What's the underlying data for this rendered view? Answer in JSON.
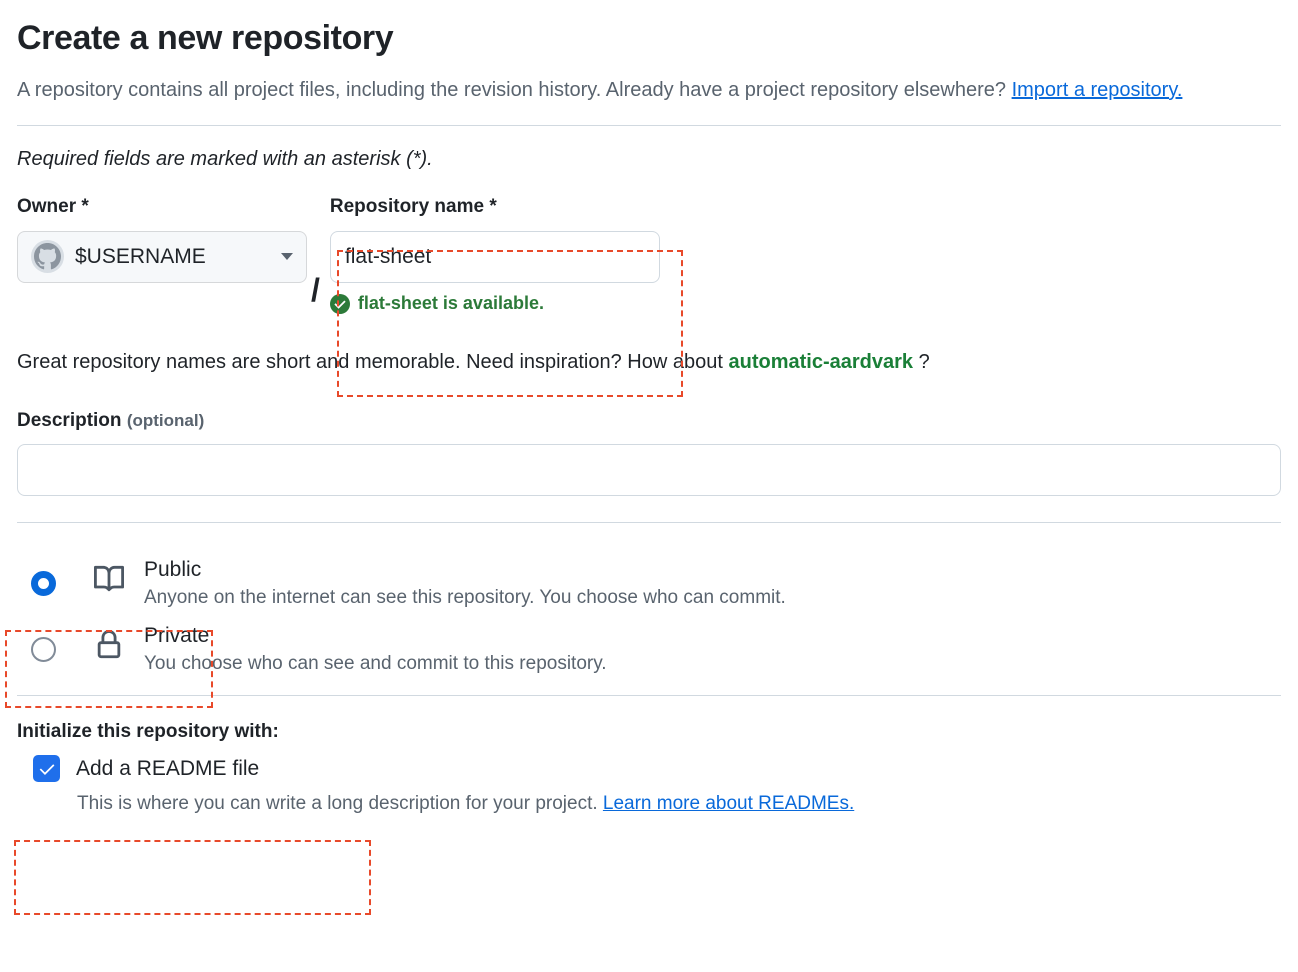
{
  "header": {
    "title": "Create a new repository",
    "description_part1": "A repository contains all project files, including the revision history. Already have a project repository elsewhere? ",
    "import_link": "Import a repository.",
    "required_note": "Required fields are marked with an asterisk (*)."
  },
  "owner": {
    "label": "Owner *",
    "value": "$USERNAME",
    "avatar_icon": "github-octocat-avatar-icon",
    "caret_icon": "chevron-down-icon"
  },
  "separator": "/",
  "repository": {
    "label": "Repository name *",
    "value": "flat-sheet",
    "placeholder": "",
    "availability_icon": "check-circle-fill-icon",
    "availability_text": "flat-sheet is available.",
    "availability_color": "#2c7a39"
  },
  "suggestion": {
    "prefix": "Great repository names are short and memorable. Need inspiration? How about ",
    "name": "automatic-aardvark",
    "suffix": " ?",
    "name_color": "#1a7f37"
  },
  "description": {
    "label": "Description",
    "optional": "(optional)",
    "value": "",
    "placeholder": ""
  },
  "visibility": {
    "options": [
      {
        "id": "public",
        "icon": "repo-book-icon",
        "title": "Public",
        "subtitle": "Anyone on the internet can see this repository. You choose who can commit.",
        "selected": true
      },
      {
        "id": "private",
        "icon": "lock-icon",
        "title": "Private",
        "subtitle": "You choose who can see and commit to this repository.",
        "selected": false
      }
    ]
  },
  "initialize": {
    "title": "Initialize this repository with:",
    "readme_label": "Add a README file",
    "readme_checked": true,
    "readme_sub_text": "This is where you can write a long description for your project. ",
    "readme_link": "Learn more about READMEs."
  },
  "annotations": {
    "color": "#e8492a",
    "boxes": [
      {
        "name": "repository-name-highlight"
      },
      {
        "name": "public-visibility-highlight"
      },
      {
        "name": "initialize-readme-highlight"
      }
    ]
  }
}
